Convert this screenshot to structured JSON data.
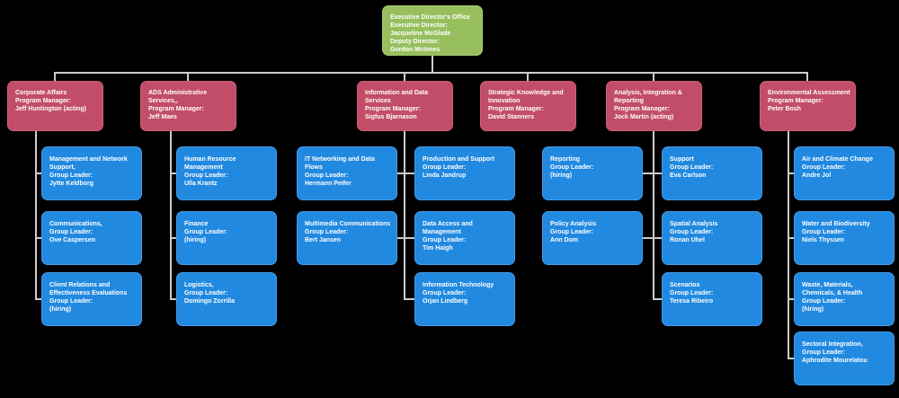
{
  "palette": {
    "background": "#000000",
    "root_fill": "#97BF5D",
    "root_border": "#A8CC74",
    "program_fill": "#C24D68",
    "program_border": "#CE6078",
    "group_fill": "#2189E0",
    "group_border": "#459BE8",
    "connector": "#CCCCCC",
    "text": "#FFFFFF"
  },
  "chart": {
    "root": {
      "text": "Executive Director's Office\nExecutive Director:\nJacqueline McGlade\nDeputy Director:\nGordon McInnes"
    },
    "programs": [
      {
        "text": "Corporate Affairs\nProgram Manager:\nJeff Huntington (acting)",
        "groups": [
          "Management and Network\nSupport,\nGroup Leader:\nJytte Keldborg",
          "Communications,\nGroup Leader:\nOve Caspersen",
          "Client Relations and\nEffectiveness Evaluations\nGroup Leader:\n(hiring)"
        ]
      },
      {
        "text": "ADS Administrative\nServices,,\nProgram Manager:\nJeff Maes",
        "groups": [
          "Human Resource\nManagement\nGroup Leader:\nUlla Krantz",
          "Finance\nGroup Leader:\n(hiring)",
          "Logistics,\nGroup Leader:\nDomingo Zorrilla"
        ]
      },
      {
        "text": "Information and Data\nServices\nProgram Manager:\nSigfus Bjarnason",
        "groups": [
          "IT Networking and Data\nFlows\nGroup Leader:\nHermann Peifer",
          "Multimedia Communications\nGroup Leader:\nBert Jansen",
          "Production and Support\nGroup Leader:\nLinda Jandrup",
          "Data Access and\nManagement\nGroup Leader:\nTim Haigh",
          "Information Technology\nGroup Leader:\nOrjan Lindberg"
        ]
      },
      {
        "text": "Strategic Knowledge and\nInnovation\nProgram Manager:\nDavid Stanners",
        "groups": [
          "Reporting\nGroup Leader:\n(hiring)",
          "Policy Analysis\nGroup Leader:\nAnn Dom"
        ]
      },
      {
        "text": "Analysis, Integration &\nReporting\nProgram Manager:\nJock Martin (acting)",
        "groups": [
          "Support\nGroup Leader:\nEva Carlson",
          "Spatial Analysis\nGroup Leader:\nRonan Uhel",
          "Scenarios\nGroup Leader:\nTeresa Ribeiro"
        ]
      },
      {
        "text": "Environmental Assessment\nProgram Manager:\nPeter Bosh",
        "groups": [
          "Air and Climate Change\nGroup Leader:\nAndre Jol",
          "Water and Biodiversity\nGroup Leader:\nNiels Thyssen",
          "Waste, Materials,\nChemicals, & Health\nGroup Leader:\n(hiring)",
          "Sectoral Integration,\nGroup Leader:\nAphrodite Mourelatou"
        ]
      }
    ]
  }
}
